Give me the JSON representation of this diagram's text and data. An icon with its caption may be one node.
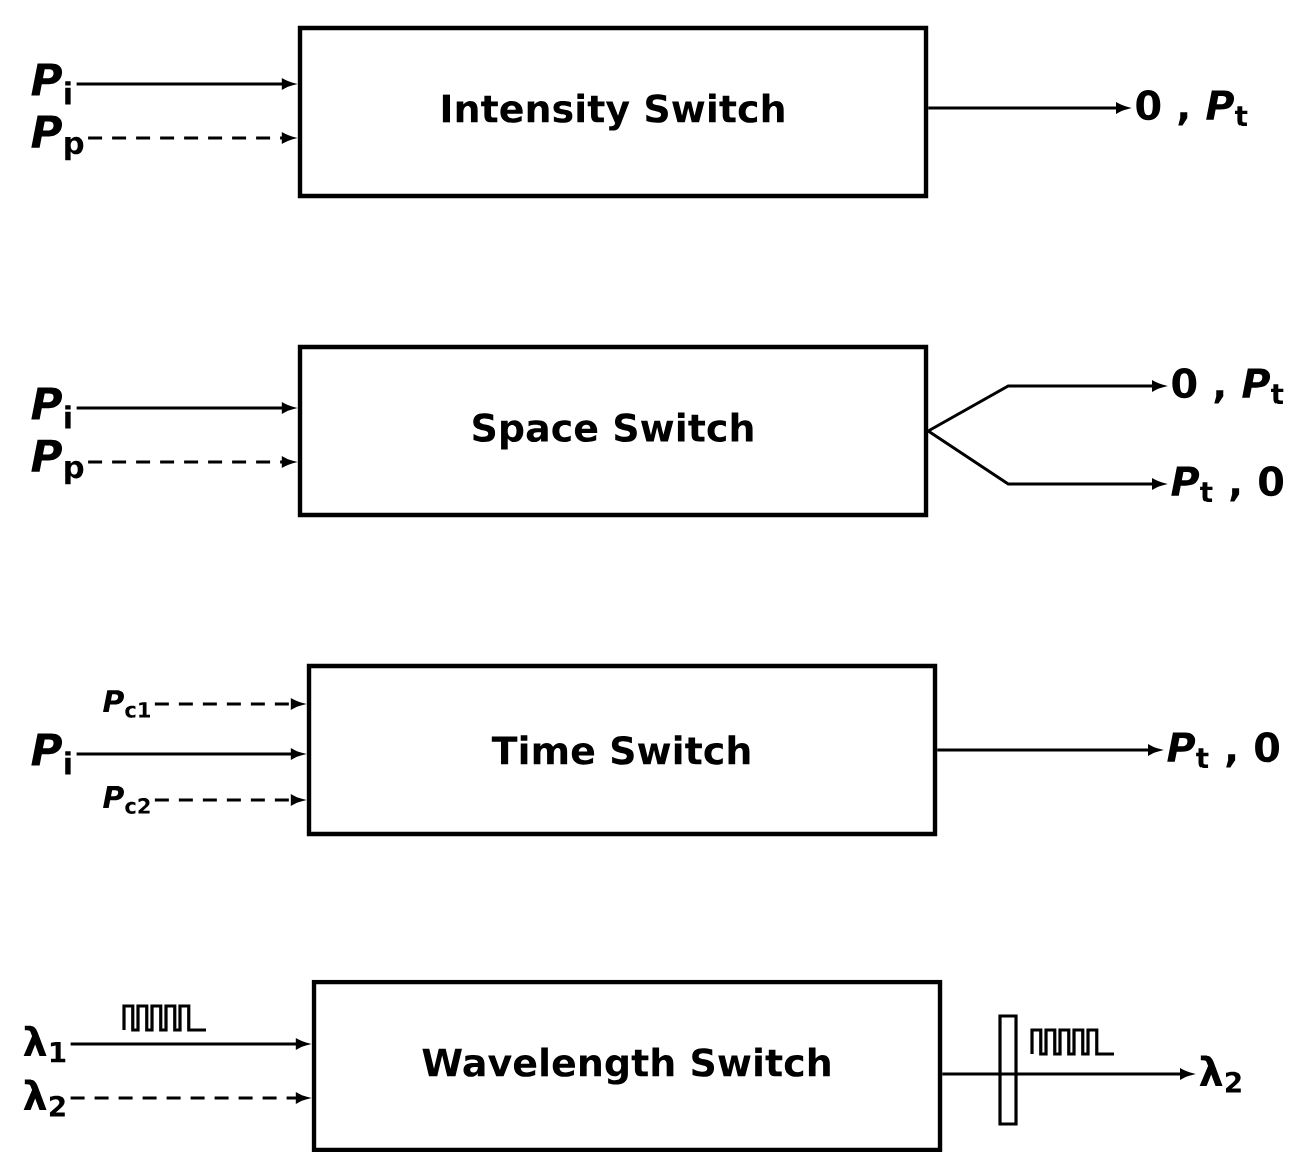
{
  "diagram": {
    "nodes": [
      {
        "text": [
          "Intensity Switch"
        ]
      },
      {
        "text": [
          "*P*$_{i}$"
        ]
      },
      {
        "text": [
          "*P*$_{p}$"
        ]
      },
      {
        "text": [
          "0 , *P*$_{t}$"
        ]
      },
      {
        "text": [
          "Space Switch"
        ]
      },
      {
        "text": [
          "*P*$_{i}$"
        ]
      },
      {
        "text": [
          "*P*$_{p}$"
        ]
      },
      {
        "text": [
          "0 , *P*$_{t}$"
        ]
      },
      {
        "text": [
          "*P*$_{t}$ , 0"
        ]
      },
      {
        "text": [
          "Time Switch"
        ]
      },
      {
        "text": [
          "*P*$_{c1}$"
        ]
      },
      {
        "text": [
          "*P*$_{i}$"
        ]
      },
      {
        "text": [
          "*P*$_{c2}$"
        ]
      },
      {
        "text": [
          "*P*$_{t}$ , 0"
        ]
      },
      {
        "text": [
          "Wavelength Switch"
        ]
      },
      {
        "text": [
          "λ$_{1}$"
        ]
      },
      {
        "text": [
          "λ$_{2}$"
        ]
      },
      {
        "text": [
          "λ$_{2}$"
        ]
      }
    ],
    "edges": [
      {
        "from": 1,
        "to": 0,
        "arrow": "to"
      },
      {
        "from": 2,
        "to": 0,
        "arrow": "to",
        "style": "dashed"
      },
      {
        "from": 0,
        "to": 3,
        "arrow": "to"
      },
      {
        "from": 5,
        "to": 4,
        "arrow": "to"
      },
      {
        "from": 6,
        "to": 4,
        "arrow": "to",
        "style": "dashed"
      },
      {
        "from": 4,
        "to": 7,
        "arrow": "to"
      },
      {
        "from": 4,
        "to": 8,
        "arrow": "to"
      },
      {
        "from": 10,
        "to": 9,
        "arrow": "to",
        "style": "dashed"
      },
      {
        "from": 11,
        "to": 9,
        "arrow": "to"
      },
      {
        "from": 12,
        "to": 9,
        "arrow": "to",
        "style": "dashed"
      },
      {
        "from": 9,
        "to": 13,
        "arrow": "to"
      },
      {
        "from": 15,
        "to": 14,
        "arrow": "to"
      },
      {
        "from": 16,
        "to": 14,
        "arrow": "to",
        "style": "dashed"
      },
      {
        "from": 14,
        "to": 17,
        "arrow": "to"
      }
    ]
  }
}
